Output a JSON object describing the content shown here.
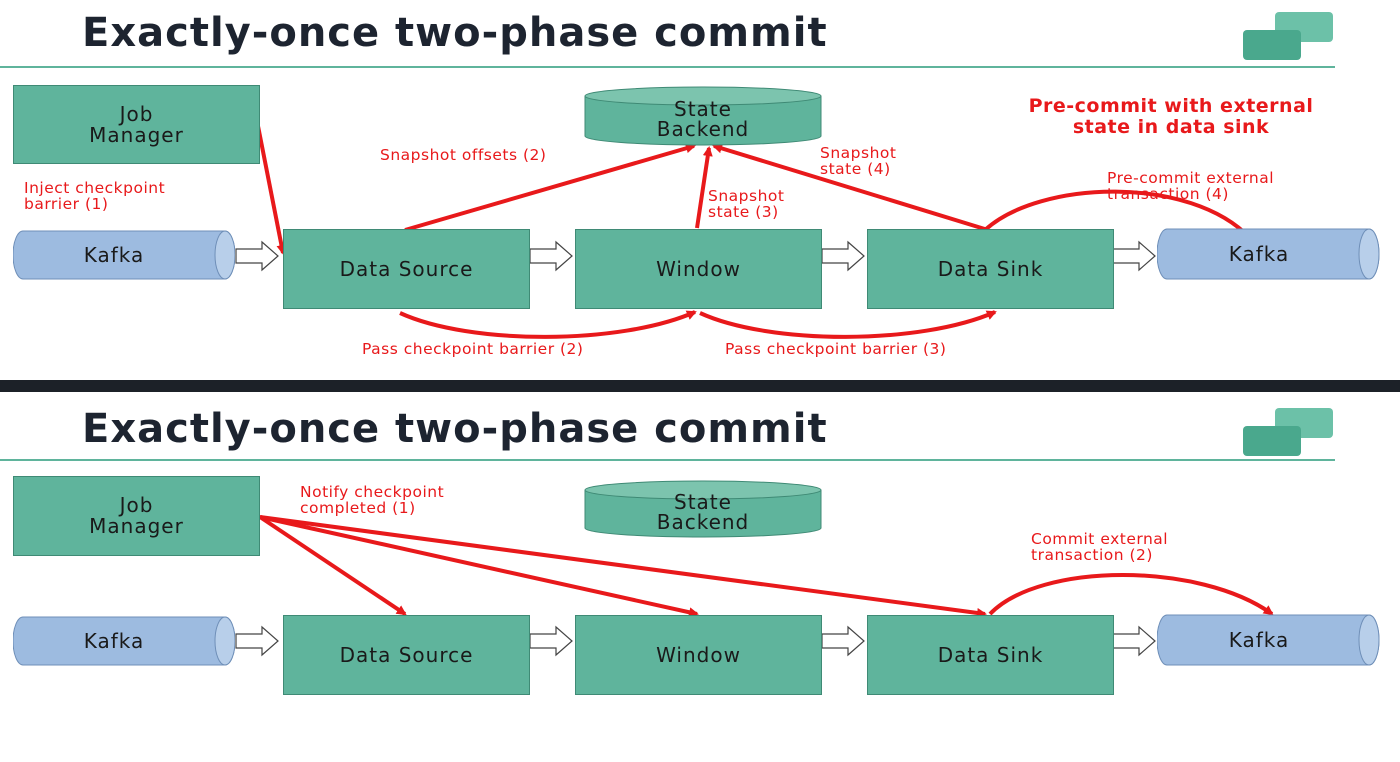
{
  "top": {
    "title": "Exactly-once two-phase commit",
    "job_manager": "Job\nManager",
    "state_backend": "State\nBackend",
    "kafka_in": "Kafka",
    "kafka_out": "Kafka",
    "data_source": "Data Source",
    "window": "Window",
    "data_sink": "Data Sink",
    "heading_note": "Pre-commit with external\nstate in data sink",
    "inject": "Inject checkpoint\nbarrier (1)",
    "snapshot_offsets": "Snapshot offsets (2)",
    "snapshot_state3": "Snapshot\nstate (3)",
    "snapshot_state4": "Snapshot\nstate (4)",
    "precommit": "Pre-commit external\ntransaction (4)",
    "pass2": "Pass checkpoint barrier (2)",
    "pass3": "Pass checkpoint barrier (3)"
  },
  "bottom": {
    "title": "Exactly-once two-phase commit",
    "job_manager": "Job\nManager",
    "state_backend": "State\nBackend",
    "kafka_in": "Kafka",
    "kafka_out": "Kafka",
    "data_source": "Data Source",
    "window": "Window",
    "data_sink": "Data Sink",
    "notify": "Notify checkpoint\ncompleted (1)",
    "commit": "Commit external\ntransaction (2)"
  },
  "colors": {
    "box_fill": "#5fb49c",
    "kafka_fill": "#9dbbe0",
    "arrow_red": "#e8191b",
    "title_text": "#1d2430",
    "divider": "#1c2128"
  },
  "icons": {
    "logo": "stacked-rectangles-logo-icon",
    "flow_arrow": "hollow-arrow-icon"
  }
}
